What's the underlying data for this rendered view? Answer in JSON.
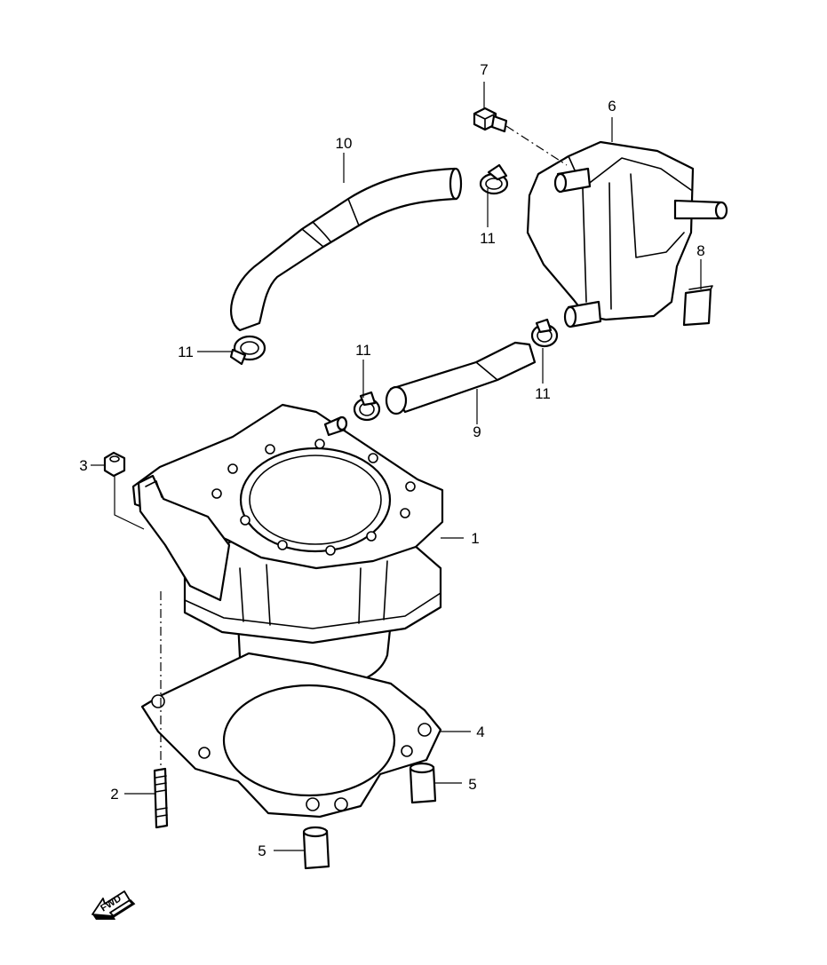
{
  "diagram": {
    "callouts": {
      "c1": "1",
      "c2": "2",
      "c3": "3",
      "c4": "4",
      "c5a": "5",
      "c5b": "5",
      "c6": "6",
      "c7": "7",
      "c8": "8",
      "c9": "9",
      "c10": "10",
      "c11a": "11",
      "c11b": "11",
      "c11c": "11",
      "c11d": "11"
    },
    "direction_badge": "FWD"
  }
}
